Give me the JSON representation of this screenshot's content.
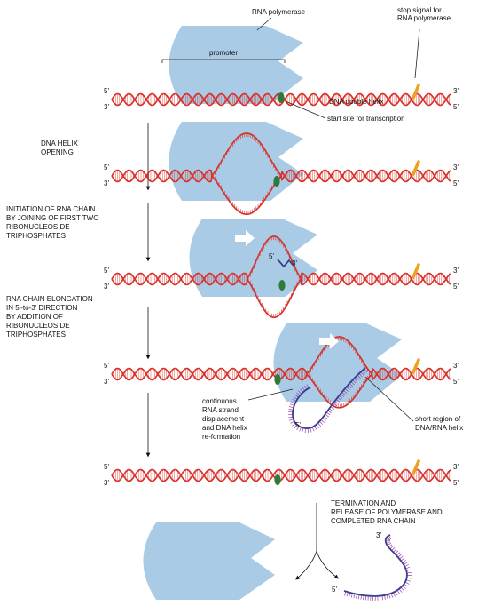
{
  "labels": {
    "rna_polymerase": "RNA polymerase",
    "promoter": "promoter",
    "stop_signal": [
      "stop signal for",
      "RNA polymerase"
    ],
    "dna_double_helix": "DNA double helix",
    "start_site": "start site for transcription",
    "continuous_displacement": [
      "continuous",
      "RNA strand",
      "displacement",
      "and DNA helix",
      "re-formation"
    ],
    "short_region": [
      "short region of",
      "DNA/RNA helix"
    ]
  },
  "steps": [
    [
      "DNA HELIX",
      "OPENING"
    ],
    [
      "INITIATION OF RNA CHAIN",
      "BY JOINING OF FIRST TWO",
      "RIBONUCLEOSIDE",
      "TRIPHOSPHATES"
    ],
    [
      "RNA CHAIN ELONGATION",
      "IN 5'-to-3' DIRECTION",
      "BY ADDITION OF",
      "RIBONUCLEOSIDE",
      "TRIPHOSPHATES"
    ],
    [
      "TERMINATION AND",
      "RELEASE OF POLYMERASE AND",
      "COMPLETED RNA CHAIN"
    ]
  ],
  "ends": {
    "five": "5'",
    "three": "3'"
  },
  "colors": {
    "dna": "#d8322c",
    "polymerase": "#a9cbe6",
    "rna": "#3b3f8f",
    "rna_rungs": "#9c3fa8",
    "start_site": "#2f7a36",
    "stop_signal": "#f0a020",
    "arrow_fill": "#ffffff"
  }
}
